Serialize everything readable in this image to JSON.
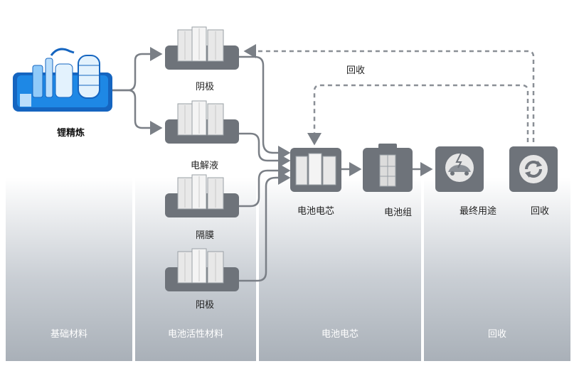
{
  "stages": [
    "基础材料",
    "电池活性材料",
    "电池电芯",
    "回收"
  ],
  "nodes": {
    "refinery": "锂精炼",
    "cathode": "阴极",
    "electrolyte": "电解液",
    "separator": "隔膜",
    "anode": "阳极",
    "cell": "电池电芯",
    "pack": "电池组",
    "end_use": "最终用途",
    "recycle": "回收"
  },
  "flows": {
    "return_label": "回收"
  },
  "colors": {
    "refinery_blue": "#1e88e5",
    "module_gray": "#6e737a",
    "arrow_gray": "#7a7f86"
  },
  "icons": [
    "lithium-refinery-icon",
    "cathode-module-icon",
    "electrolyte-module-icon",
    "separator-module-icon",
    "anode-module-icon",
    "battery-cell-icon",
    "battery-pack-icon",
    "end-use-icon",
    "recycle-icon"
  ]
}
